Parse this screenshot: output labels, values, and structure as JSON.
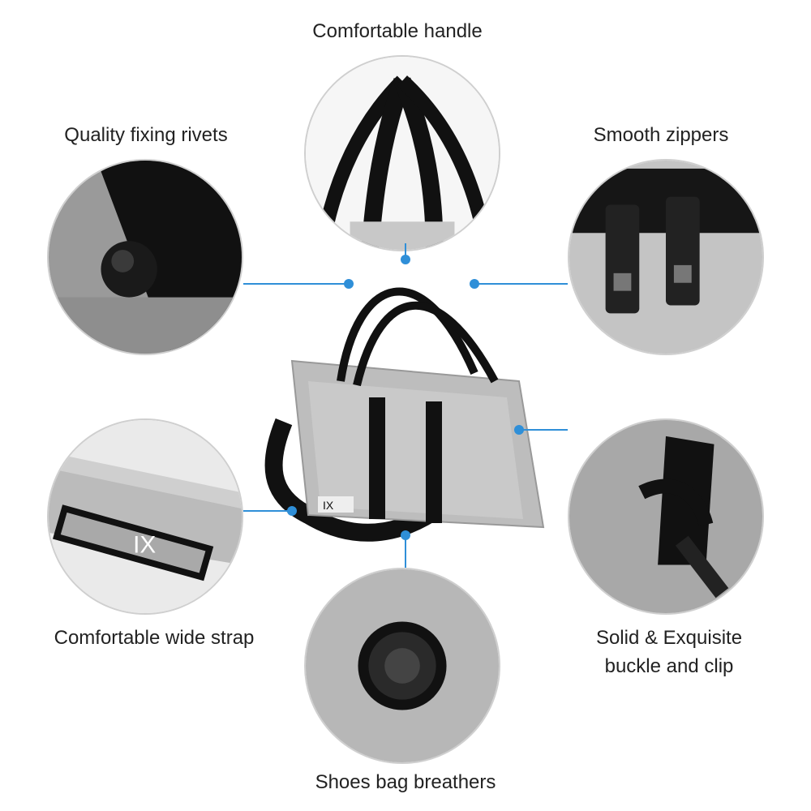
{
  "features": {
    "handle": "Comfortable  handle",
    "rivets": "Quality fixing rivets",
    "zippers": "Smooth zippers",
    "strap": "Comfortable wide strap",
    "buckle_line1": "Solid & Exquisite",
    "buckle_line2": "buckle and clip",
    "breathers": "Shoes bag breathers"
  },
  "brand_mark": "IX",
  "colors": {
    "fabric": "#b8b8b8",
    "strap": "#111111",
    "leader": "#2f8fd8",
    "ring": "#cfcfcf"
  }
}
